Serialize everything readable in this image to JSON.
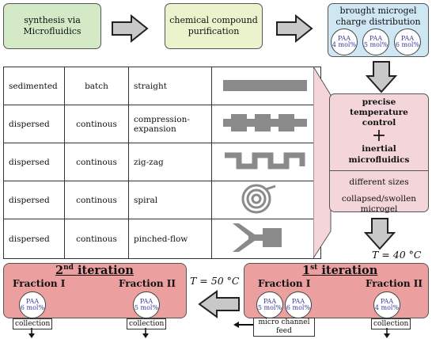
{
  "top": {
    "box1": "synthesis via Microfluidics",
    "box2": "chemical compound purification",
    "box3": "brought microgel charge distribution",
    "circles": [
      [
        "PAA",
        "4 mol%"
      ],
      [
        "PAA",
        "5 mol%"
      ],
      [
        "PAA",
        "6 mol%"
      ]
    ]
  },
  "table": [
    {
      "state": "sedimented",
      "mode": "batch",
      "geometry": "straight"
    },
    {
      "state": "dispersed",
      "mode": "continous",
      "geometry": "compression-expansion"
    },
    {
      "state": "dispersed",
      "mode": "continous",
      "geometry": "zig-zag"
    },
    {
      "state": "dispersed",
      "mode": "continous",
      "geometry": "spiral"
    },
    {
      "state": "dispersed",
      "mode": "continous",
      "geometry": "pinched-flow"
    }
  ],
  "right_panel": {
    "line1": "precise temperature control",
    "plus": "+",
    "line2": "inertial microfluidics",
    "line3": "different sizes",
    "line4": "collapsed/swollen microgel"
  },
  "temps": {
    "t40": "T = 40 °C",
    "t50": "T = 50 °C"
  },
  "iter1": {
    "title_num": "1",
    "title_sup": "st",
    "title_rest": " iteration",
    "fraction1": "Fraction I",
    "fraction2": "Fraction II",
    "c1": [
      "PAA",
      "5 mol%"
    ],
    "c2": [
      "PAA",
      "6 mol%"
    ],
    "c3": [
      "PAA",
      "4 mol%"
    ],
    "feed": "micro channel feed",
    "collection": "collection"
  },
  "iter2": {
    "title_num": "2",
    "title_sup": "nd",
    "title_rest": " iteration",
    "fraction1": "Fraction I",
    "fraction2": "Fraction II",
    "c1": [
      "PAA",
      "6 mol%"
    ],
    "c2": [
      "PAA",
      "5 mol%"
    ],
    "collection1": "collection",
    "collection2": "collection"
  },
  "colors": {
    "green": "#d4e9c6",
    "yellow": "#eaf3cc",
    "blue": "#cfe7f3",
    "pink": "#f3d5da",
    "red": "#ec9f9f",
    "arrow": "#c8c8c8"
  }
}
